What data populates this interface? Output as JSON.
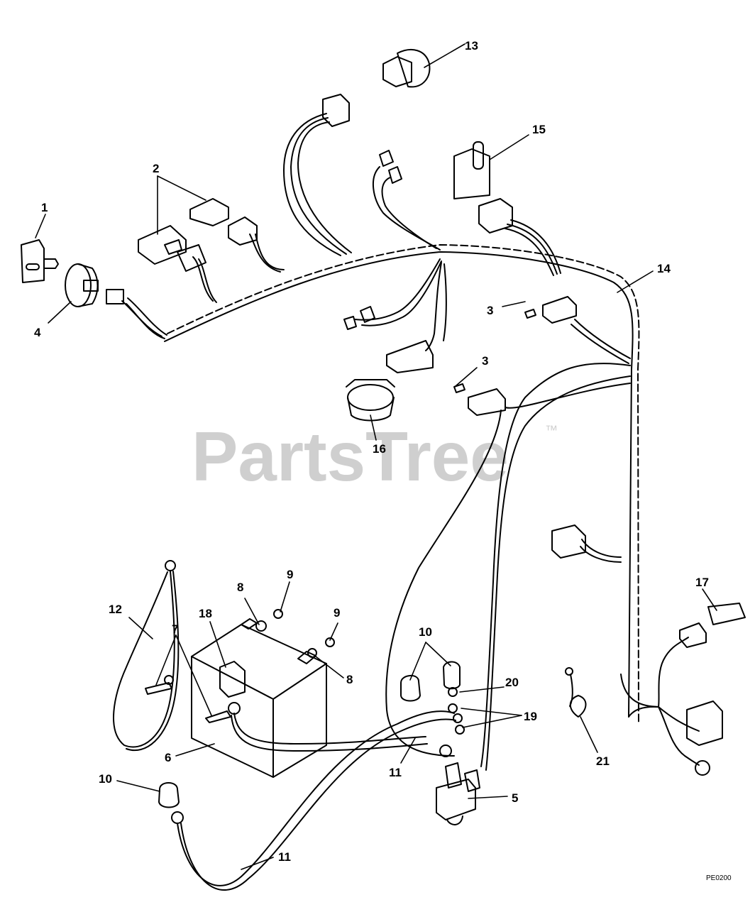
{
  "diagram": {
    "watermark": "PartsTree",
    "watermark_tm": "™",
    "ref_code": "PE0200",
    "callouts": [
      {
        "id": "c1",
        "label": "1"
      },
      {
        "id": "c2",
        "label": "2"
      },
      {
        "id": "c3a",
        "label": "3"
      },
      {
        "id": "c3b",
        "label": "3"
      },
      {
        "id": "c4",
        "label": "4"
      },
      {
        "id": "c5",
        "label": "5"
      },
      {
        "id": "c6",
        "label": "6"
      },
      {
        "id": "c7",
        "label": "7"
      },
      {
        "id": "c8a",
        "label": "8"
      },
      {
        "id": "c8b",
        "label": "8"
      },
      {
        "id": "c9a",
        "label": "9"
      },
      {
        "id": "c9b",
        "label": "9"
      },
      {
        "id": "c10a",
        "label": "10"
      },
      {
        "id": "c10b",
        "label": "10"
      },
      {
        "id": "c11a",
        "label": "11"
      },
      {
        "id": "c11b",
        "label": "11"
      },
      {
        "id": "c12",
        "label": "12"
      },
      {
        "id": "c13",
        "label": "13"
      },
      {
        "id": "c14",
        "label": "14"
      },
      {
        "id": "c15",
        "label": "15"
      },
      {
        "id": "c16",
        "label": "16"
      },
      {
        "id": "c17",
        "label": "17"
      },
      {
        "id": "c18",
        "label": "18"
      },
      {
        "id": "c19",
        "label": "19"
      },
      {
        "id": "c20",
        "label": "20"
      },
      {
        "id": "c21",
        "label": "21"
      }
    ],
    "colors": {
      "line": "#000000",
      "watermark": "#cfcfcf",
      "background": "#ffffff"
    }
  }
}
